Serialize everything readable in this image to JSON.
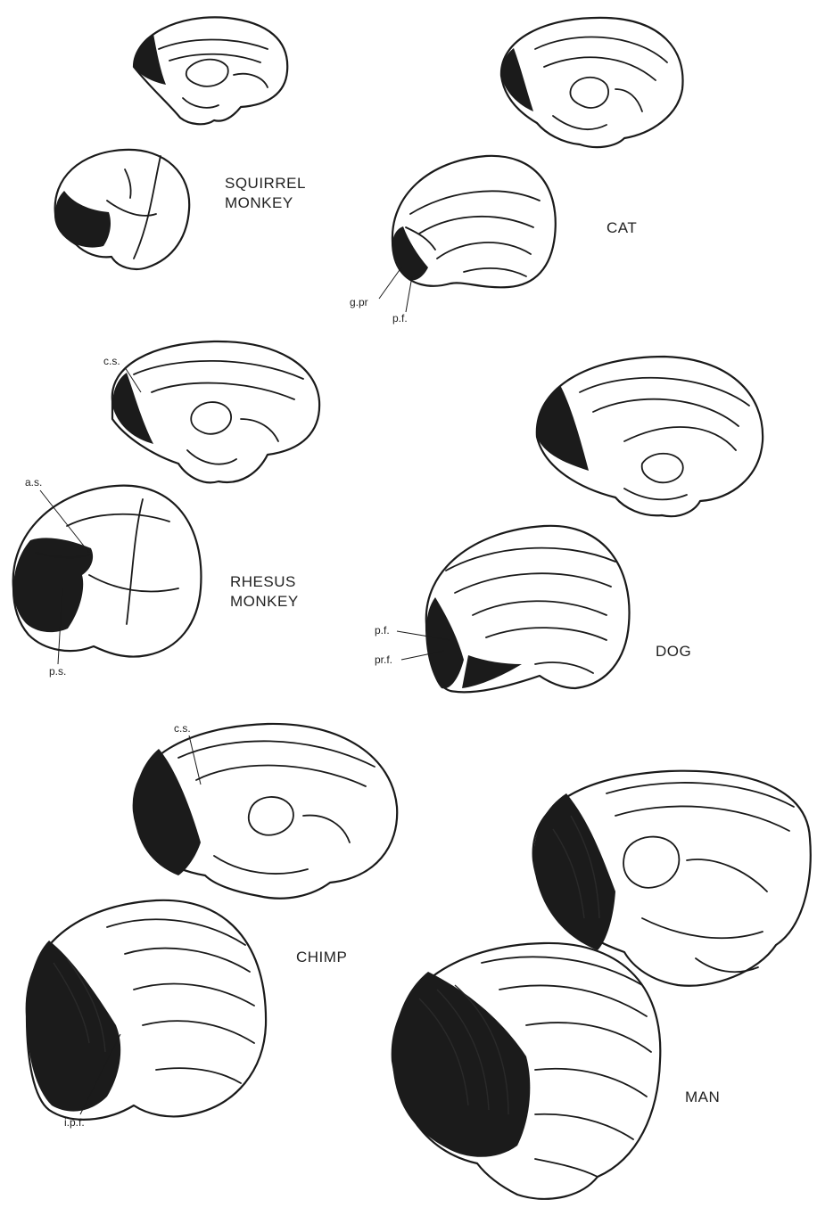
{
  "figure": {
    "species": {
      "squirrel_monkey": [
        "SQUIRREL",
        "MONKEY"
      ],
      "cat": "CAT",
      "rhesus_monkey": [
        "RHESUS",
        "MONKEY"
      ],
      "dog": "DOG",
      "chimp": "CHIMP",
      "man": "MAN"
    },
    "annotations": {
      "cat_gpr": "g.pr",
      "cat_pf": "p.f.",
      "rhesus_cs": "c.s.",
      "rhesus_as": "a.s.",
      "rhesus_ps": "p.s.",
      "dog_pf": "p.f.",
      "dog_prf": "pr.f.",
      "chimp_cs": "c.s.",
      "chimp_ipf": "i.p.f."
    },
    "colors": {
      "ink": "#1a1a1a",
      "shading": "#1b1b1b",
      "paper": "#ffffff"
    }
  }
}
